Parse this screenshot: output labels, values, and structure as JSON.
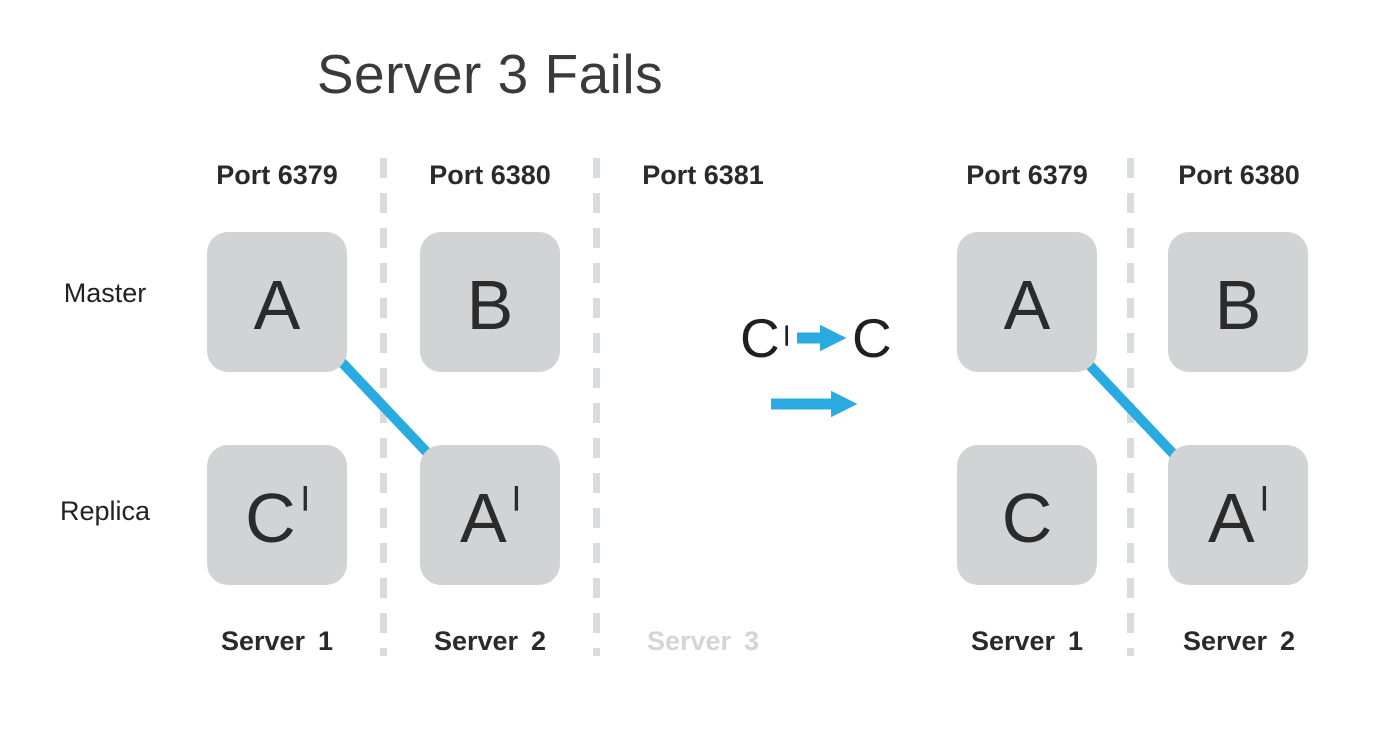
{
  "title": "Server 3 Fails",
  "colors": {
    "arrow_blue": "#29abe2",
    "node_gray": "#d2d3d5",
    "divider_gray": "#dadbdd",
    "failed_text_gray": "#d5d5d7",
    "text_dark": "#2b2a2a"
  },
  "row_labels": {
    "master": "Master",
    "replica": "Replica"
  },
  "left_cluster": {
    "ports": [
      "Port 6379",
      "Port 6380",
      "Port 6381"
    ],
    "master_row": [
      {
        "letter": "A",
        "prime_mark": ""
      },
      {
        "letter": "B",
        "prime_mark": ""
      }
    ],
    "replica_row": [
      {
        "letter": "C",
        "prime_mark": "|"
      },
      {
        "letter": "A",
        "prime_mark": "|"
      }
    ],
    "servers": [
      {
        "name": "Server",
        "number": "1",
        "failed": false
      },
      {
        "name": "Server",
        "number": "2",
        "failed": false
      },
      {
        "name": "Server",
        "number": "3",
        "failed": true
      }
    ]
  },
  "promotion_note": {
    "from_letter": "C",
    "from_prime_mark": "|",
    "to_letter": "C"
  },
  "right_cluster": {
    "ports": [
      "Port 6379",
      "Port 6380"
    ],
    "master_row": [
      {
        "letter": "A",
        "prime_mark": ""
      },
      {
        "letter": "B",
        "prime_mark": ""
      }
    ],
    "replica_row": [
      {
        "letter": "C",
        "prime_mark": ""
      },
      {
        "letter": "A",
        "prime_mark": "|"
      }
    ],
    "servers": [
      {
        "name": "Server",
        "number": "1",
        "failed": false
      },
      {
        "name": "Server",
        "number": "2",
        "failed": false
      }
    ]
  },
  "icons": {
    "replication_arrow": "diagonal-arrow-down-right",
    "promotion_arrow": "arrow-right",
    "transition_arrow": "arrow-right"
  }
}
